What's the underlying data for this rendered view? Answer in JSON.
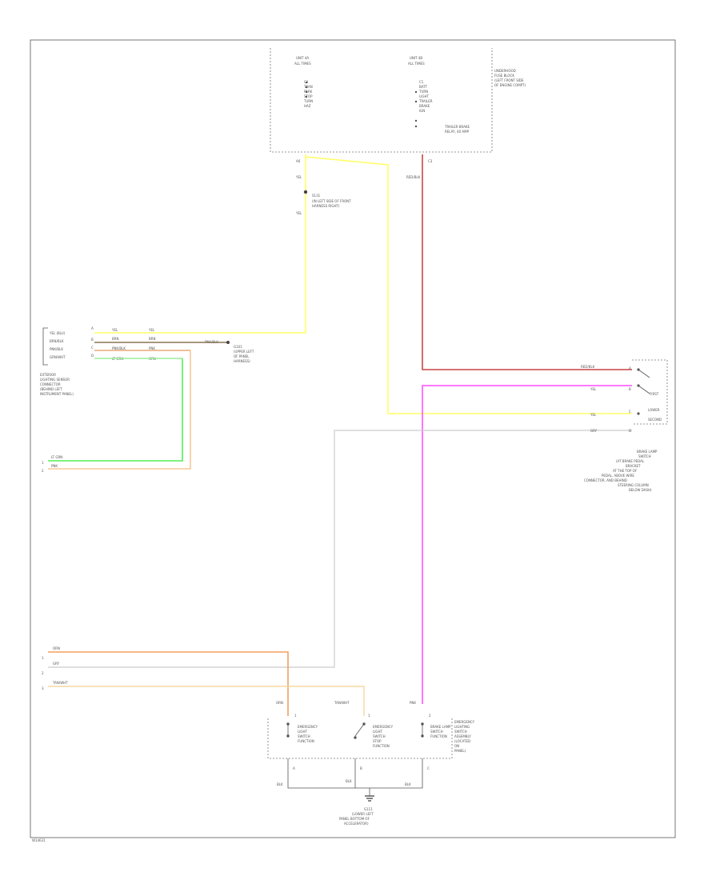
{
  "diagram": {
    "id_code": "W14631",
    "top_fuse_block": {
      "left_section": [
        "UNIT 4A",
        "ALL TIMES",
        "C3",
        "TRAN",
        "PARK",
        "STOP",
        "TURN",
        "HAZ"
      ],
      "right_section": [
        "UNIT 4B",
        "ALL TIMES",
        "C1",
        "BATT",
        "TURN",
        "LIGHT",
        "TRAILER",
        "BRAKE",
        "IGN"
      ],
      "title": [
        "UNDERHOOD",
        "FUSE BLOCK",
        "(LEFT FRONT SIDE",
        "OF ENGINE COMPT)"
      ],
      "relay_note": [
        "TRAILER BRAKE",
        "RELAY, 40 AMP"
      ],
      "pin_left": "A6",
      "pin_left_wire": "YEL",
      "pin_right": "C3",
      "pin_right_wire": "RED/BLK"
    },
    "splice": {
      "name": "S131",
      "text": [
        "(IN LEFT SIDE OF FRONT",
        "HARNESS RIGHT)"
      ],
      "wire": "YEL"
    },
    "left_connector": {
      "pins": [
        "A",
        "B",
        "C",
        "D"
      ],
      "labels": [
        "YEL (BLU)",
        "BRN/BLK",
        "PNK/BLK",
        "GRN/WHT"
      ],
      "wires": [
        "YEL",
        "BRN",
        "PNK/BLK",
        "LT GRN"
      ],
      "right_wires": [
        "YEL",
        "BRN",
        "PNK",
        "GRN"
      ],
      "title": [
        "EXTERIOR",
        "LIGHTING SENSOR",
        "CONNECTOR",
        "(BEHIND LEFT",
        "INSTRUMENT PANEL)"
      ],
      "jumper_label": "PNK/BLK"
    },
    "ground_ref": {
      "name": "G101",
      "text": [
        "(UPPER LEFT",
        "OF PANEL",
        "HARNESS)"
      ]
    },
    "middle_left": {
      "pins": [
        "1",
        "2"
      ],
      "wires": [
        "LT GRN",
        "PNK"
      ]
    },
    "right_component": {
      "wires": [
        "RED/BLK",
        "YEL",
        "YEL",
        "GRY"
      ],
      "pins": [
        "A",
        "B",
        "C",
        "D"
      ],
      "switch_labels": [
        "FIRST",
        "LOWER",
        "SECOND"
      ],
      "title": [
        "BRAKE LAMP",
        "SWITCH",
        "(AT BRAKE PEDAL",
        "BRACKET",
        "AT THE TOP OF",
        "PEDAL, ABOVE WIRE",
        "CONNECTOR, AND BEHIND",
        "STEERING COLUMN",
        "BELOW DASH)"
      ]
    },
    "lower_left": {
      "pins": [
        "1",
        "2",
        "3"
      ],
      "wires": [
        "ORN",
        "GRY",
        "TAN/WHT"
      ]
    },
    "lower_block": {
      "top_wires": [
        "ORN",
        "TAN/WHT",
        "PNK"
      ],
      "top_pins": [
        "1",
        "1",
        "2"
      ],
      "relays": [
        [
          "EMERGENCY",
          "LIGHT",
          "SWITCH",
          "FUNCTION"
        ],
        [
          "EMERGENCY",
          "LIGHT",
          "SWITCH",
          "STOP",
          "FUNCTION"
        ],
        [
          "BRAKE LAMP",
          "SWITCH",
          "FUNCTION"
        ]
      ],
      "title": [
        "EMERGENCY",
        "LIGHTING",
        "SWITCH",
        "ASSEMBLY",
        "(LOCATED",
        "ON",
        "PANEL)"
      ],
      "bottom_pins": [
        "A",
        "B",
        "C"
      ],
      "bottom_wires": [
        "BLK",
        "BLK",
        "BLK"
      ]
    },
    "ground": {
      "name": "G111",
      "text": [
        "(LOWER LEFT",
        "PANEL BOTTOM OF",
        "ACCELERATOR)"
      ]
    }
  }
}
